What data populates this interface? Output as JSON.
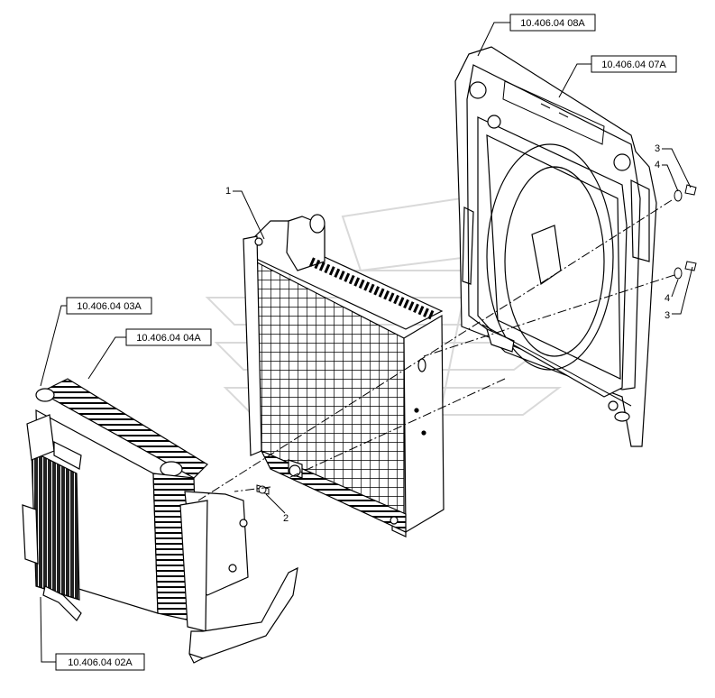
{
  "reference_labels": [
    {
      "id": "ref-08a",
      "text": "10.406.04 08A"
    },
    {
      "id": "ref-07a",
      "text": "10.406.04 07A"
    },
    {
      "id": "ref-03a",
      "text": "10.406.04 03A"
    },
    {
      "id": "ref-04a",
      "text": "10.406.04 04A"
    },
    {
      "id": "ref-02a",
      "text": "10.406.04 02A"
    }
  ],
  "callouts": {
    "part_1": "1",
    "part_2": "2",
    "part_3_top": "3",
    "part_4_top": "4",
    "part_4_bottom": "4",
    "part_3_bottom": "3"
  },
  "colors": {
    "line": "#000000",
    "watermark": "#d9d9d9",
    "background": "#ffffff"
  }
}
